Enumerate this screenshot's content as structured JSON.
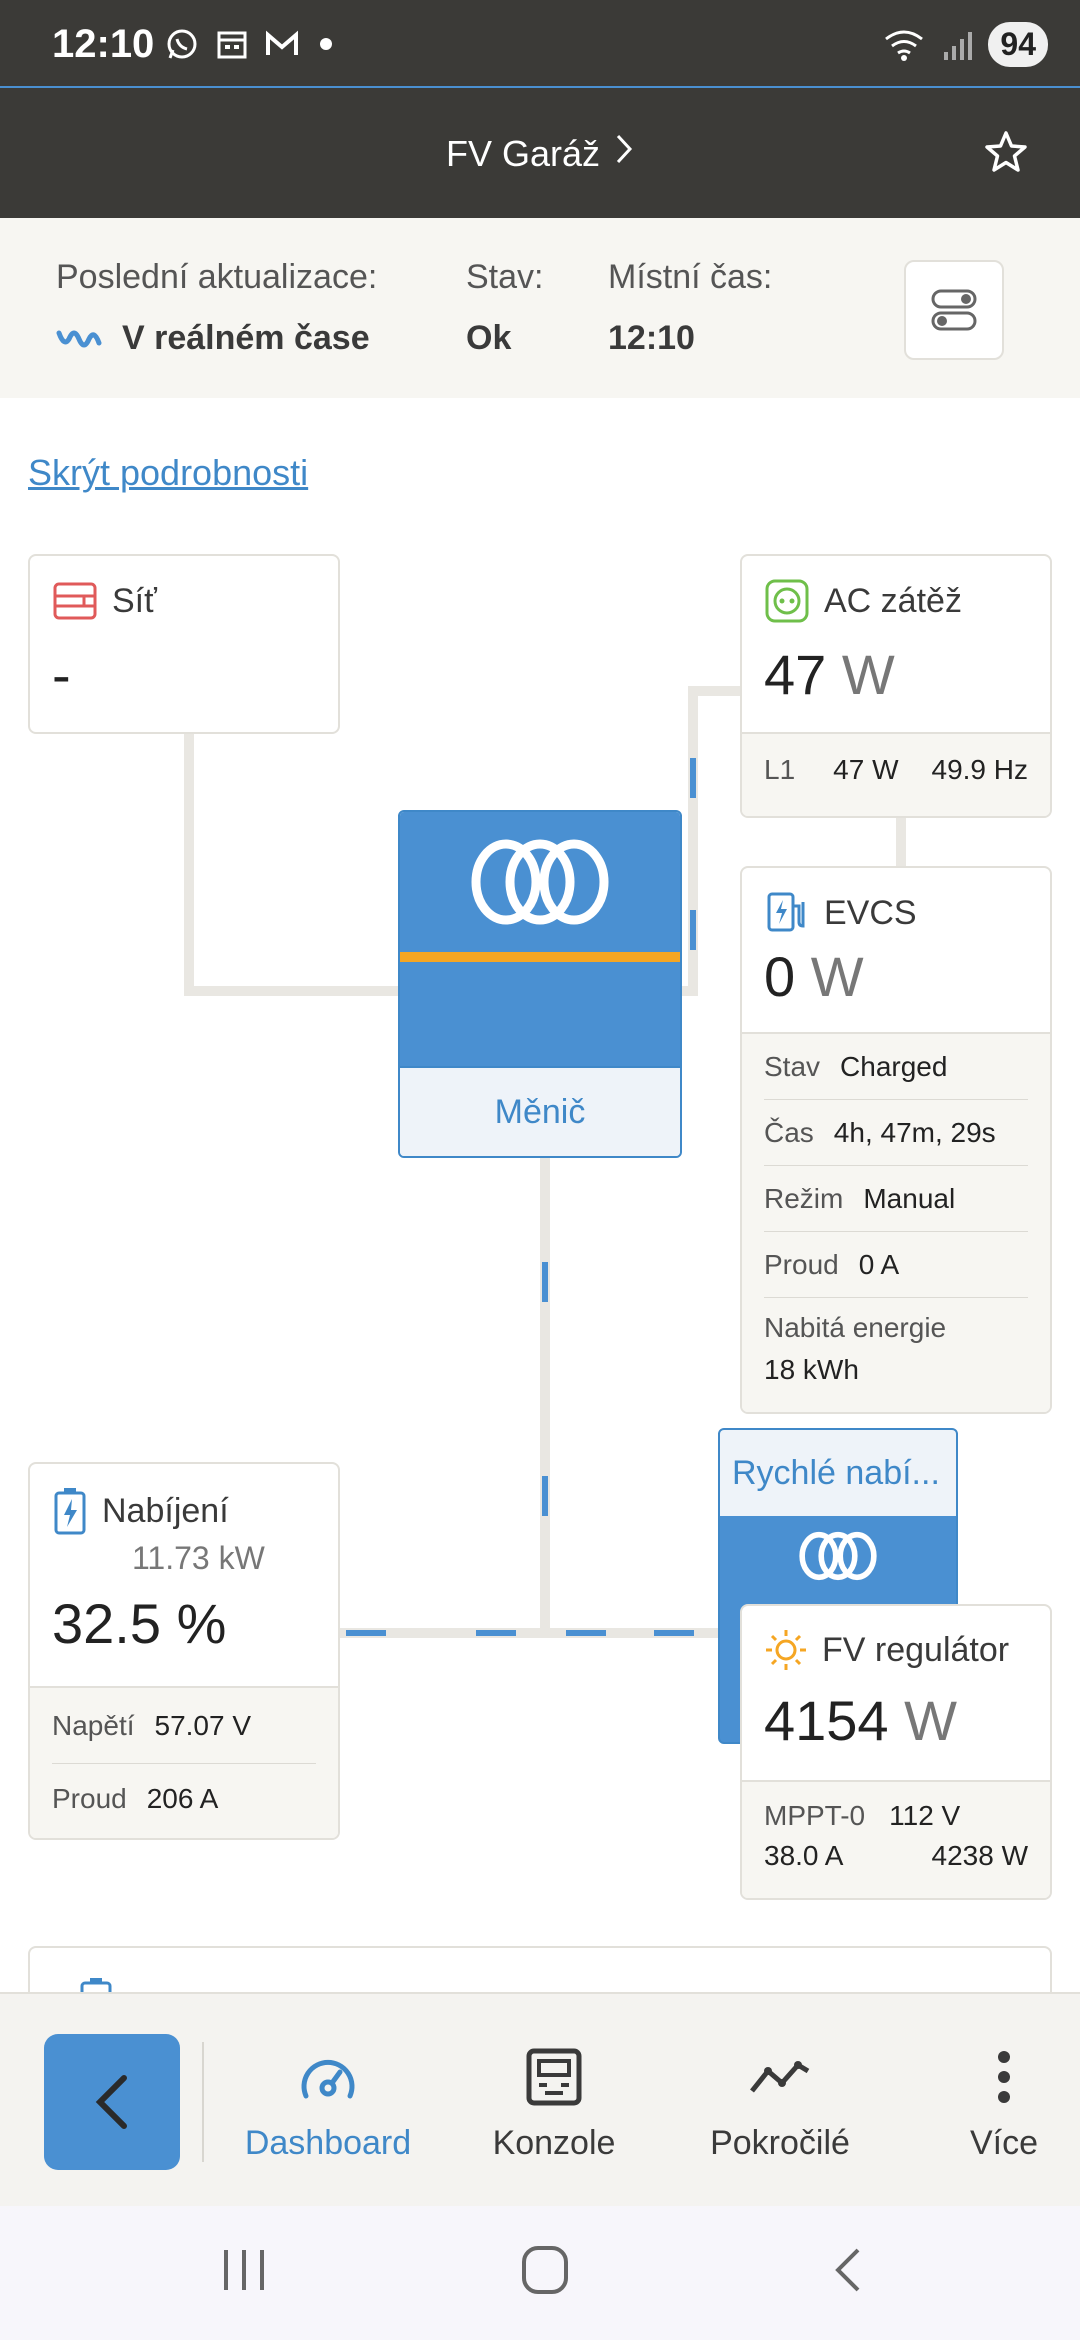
{
  "status_bar": {
    "time": "12:10",
    "battery": "94"
  },
  "header": {
    "title": "FV Garáž"
  },
  "info": {
    "last_update_label": "Poslední aktualizace:",
    "last_update_value": "V reálném čase",
    "state_label": "Stav:",
    "state_value": "Ok",
    "local_time_label": "Místní čas:",
    "local_time_value": "12:10"
  },
  "hide_details": "Skrýt podrobnosti",
  "grid": {
    "title": "Síť",
    "value": "-"
  },
  "ac_load": {
    "title": "AC zátěž",
    "value": "47",
    "unit": "W",
    "phase": "L1",
    "phase_power": "47 W",
    "frequency": "49.9 Hz"
  },
  "evcs": {
    "title": "EVCS",
    "value": "0",
    "unit": "W",
    "rows": [
      {
        "label": "Stav",
        "value": "Charged"
      },
      {
        "label": "Čas",
        "value": "4h, 47m, 29s"
      },
      {
        "label": "Režim",
        "value": "Manual"
      },
      {
        "label": "Proud",
        "value": "0 A"
      }
    ],
    "energy_label": "Nabitá energie",
    "energy_value": "18 kWh"
  },
  "inverter": {
    "label": "Měnič"
  },
  "battery": {
    "title": "Nabíjení",
    "power": "11.73 kW",
    "soc": "32.5",
    "soc_unit": "%",
    "voltage_label": "Napětí",
    "voltage": "57.07 V",
    "current_label": "Proud",
    "current": "206 A"
  },
  "fast_charger": {
    "label": "Rychlé nabí..."
  },
  "pv": {
    "title": "FV regulátor",
    "value": "4154",
    "unit": "W",
    "mppt_label": "MPPT-0",
    "mppt_voltage": "112 V",
    "mppt_current": "38.0 A",
    "mppt_power": "4238 W"
  },
  "nav": {
    "dashboard": "Dashboard",
    "console": "Konzole",
    "advanced": "Pokročilé",
    "more": "Více"
  },
  "colors": {
    "accent": "#4a90d2",
    "orange": "#f5a623",
    "dark": "#3b3a37"
  }
}
